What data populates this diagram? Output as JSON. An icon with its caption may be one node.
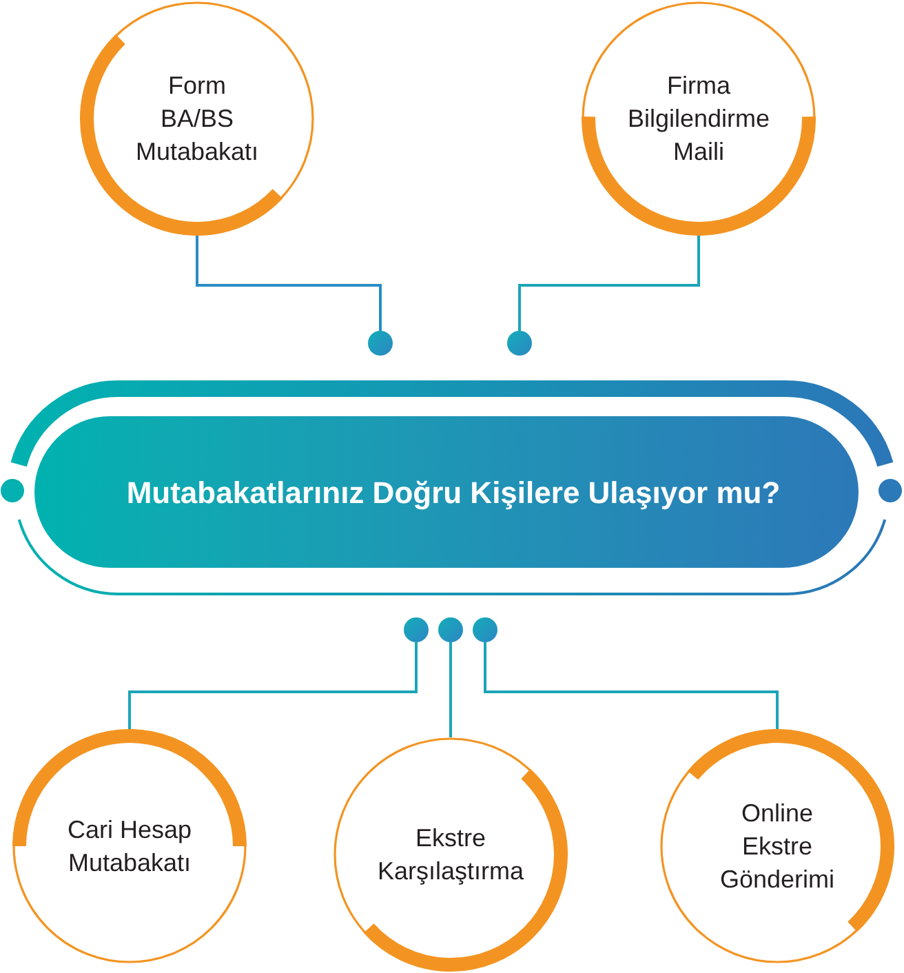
{
  "diagram": {
    "nodes": [
      {
        "text": [
          "Form BA/BS Mutabakatı"
        ]
      },
      {
        "text": [
          "Firma Bilgilendirme Maili"
        ]
      },
      {
        "text": [],
        "shape": "circle"
      },
      {
        "text": [],
        "shape": "circle"
      },
      {
        "text": [
          "Mutabakatlarınız Doğru Kişilere Ulaşıyor mu?"
        ]
      },
      {
        "text": [],
        "shape": "circle"
      },
      {
        "text": [],
        "shape": "circle"
      },
      {
        "text": [],
        "shape": "circle"
      },
      {
        "text": [
          "Cari Hesap Mutabakatı"
        ]
      },
      {
        "text": [
          "Ekstre Karşılaştırma"
        ]
      },
      {
        "text": [
          "Online Ekstre Gönderimi"
        ]
      }
    ],
    "edges": [
      {
        "from": 0,
        "to": 2,
        "arrow": "none",
        "color": "#2a8cc4"
      },
      {
        "from": 1,
        "to": 3,
        "arrow": "none"
      },
      {
        "from": 8,
        "to": 5,
        "arrow": "none"
      },
      {
        "from": 9,
        "to": 6,
        "arrow": "none"
      },
      {
        "from": 10,
        "to": 7,
        "arrow": "none"
      }
    ]
  }
}
